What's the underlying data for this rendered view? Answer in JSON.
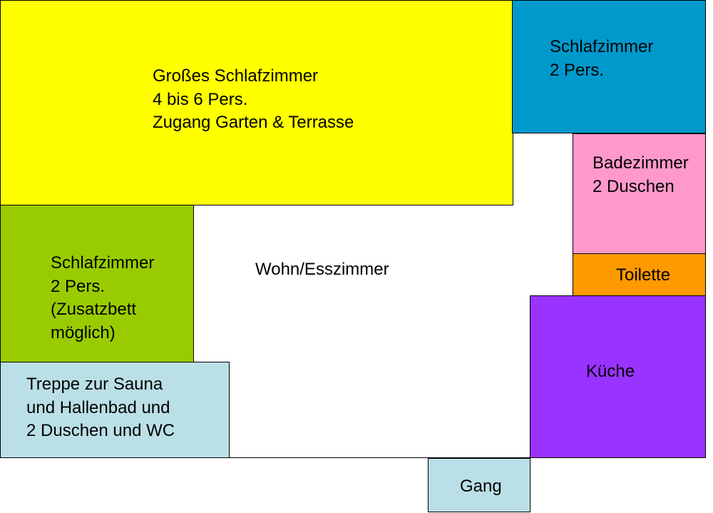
{
  "colors": {
    "large_bedroom": "#ffff00",
    "bedroom_top_right": "#0099cc",
    "bedroom_left": "#99cc00",
    "bathroom": "#ff99cc",
    "toilet": "#ff9900",
    "kitchen": "#9933ff",
    "stairs": "#bbdfe6",
    "hallway": "#bbdfe6",
    "living_room": "#ffffff"
  },
  "rooms": {
    "large_bedroom": {
      "lines": [
        "Großes Schlafzimmer",
        "4 bis 6 Pers.",
        "Zugang Garten & Terrasse"
      ]
    },
    "bedroom_top_right": {
      "lines": [
        "Schlafzimmer",
        "2 Pers."
      ]
    },
    "bathroom": {
      "lines": [
        "Badezimmer",
        "2 Duschen"
      ]
    },
    "toilet": {
      "lines": [
        "Toilette"
      ]
    },
    "bedroom_left": {
      "lines": [
        "Schlafzimmer",
        "2 Pers.",
        "(Zusatzbett",
        "möglich)"
      ]
    },
    "living_room": {
      "lines": [
        "Wohn/Esszimmer"
      ]
    },
    "kitchen": {
      "lines": [
        "Küche"
      ]
    },
    "stairs": {
      "lines": [
        "Treppe zur Sauna",
        "und Hallenbad und",
        "2 Duschen und WC"
      ]
    },
    "hallway": {
      "lines": [
        "Gang"
      ]
    }
  }
}
